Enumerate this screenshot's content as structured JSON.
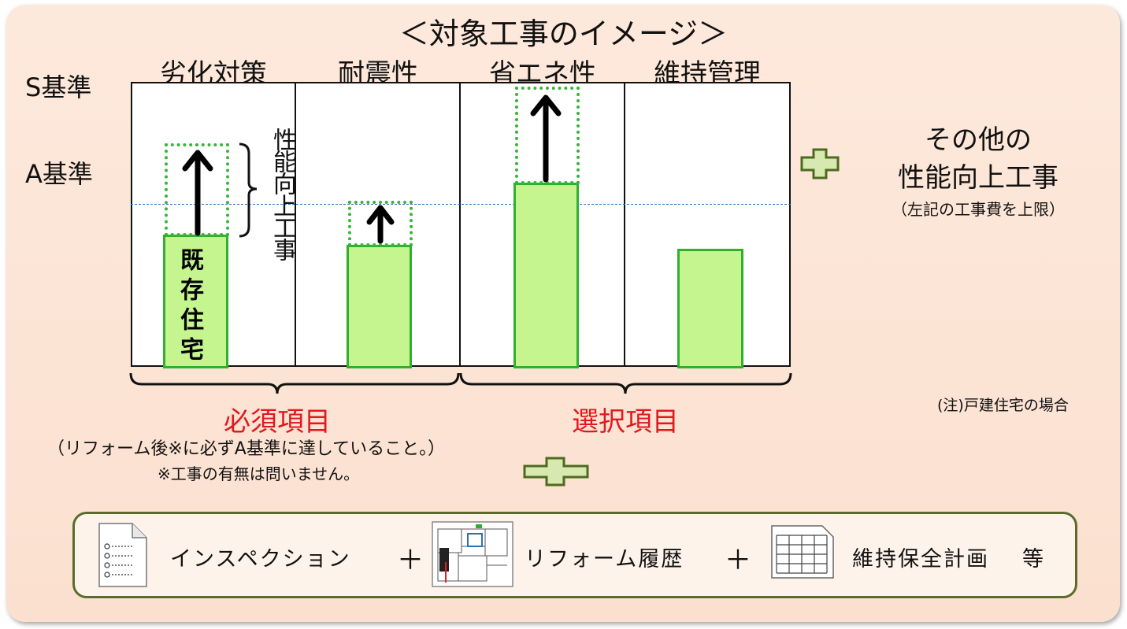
{
  "title": "＜対象工事のイメージ＞",
  "categories": [
    "劣化対策",
    "耐震性",
    "省エネ性",
    "維持管理"
  ],
  "levels": {
    "s": "S基準",
    "a": "A基準"
  },
  "existing_label": "既存住宅",
  "improve_label": "性能向上工事",
  "groups": {
    "required": {
      "label": "必須項目",
      "note1": "（リフォーム後※に必ずA基準に達していること。）",
      "note2": "※工事の有無は問いません。"
    },
    "optional": {
      "label": "選択項目"
    }
  },
  "note_detached": "(注)戸建住宅の場合",
  "other_works": {
    "line1": "その他の",
    "line2": "性能向上工事",
    "line3": "（左記の工事費を上限）"
  },
  "bottom": {
    "item1": "インスペクション",
    "plus": "＋",
    "item2": "リフォーム履歴",
    "item3": "維持保全計画",
    "suffix": "等"
  },
  "colors": {
    "bar_fill": "#c4f58e",
    "bar_border": "#2fb02f",
    "plus_fill": "#d7e8b0",
    "plus_border": "#4e6a20",
    "required_red": "#e0191d"
  }
}
